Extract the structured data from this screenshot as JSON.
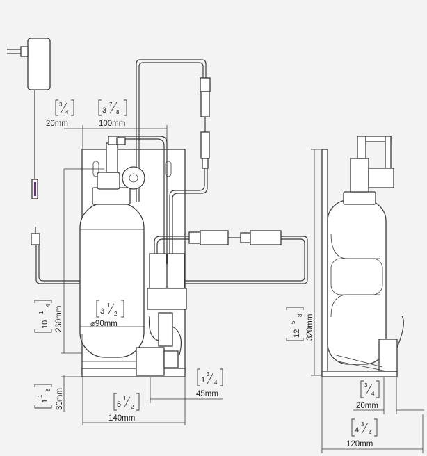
{
  "dimensions": {
    "top_left_width": {
      "metric": "20mm",
      "inch_whole": "",
      "inch_num": "3",
      "inch_den": "4"
    },
    "top_width": {
      "metric": "100mm",
      "inch_whole": "3",
      "inch_num": "7",
      "inch_den": "8"
    },
    "tank_height": {
      "metric": "260mm",
      "inch_whole": "10",
      "inch_num": "1",
      "inch_den": "4"
    },
    "tank_diameter": {
      "metric": "⌀90mm",
      "inch_whole": "3",
      "inch_num": "1",
      "inch_den": "2"
    },
    "base_height": {
      "metric": "30mm",
      "inch_whole": "1",
      "inch_num": "1",
      "inch_den": "8"
    },
    "offset": {
      "metric": "45mm",
      "inch_whole": "1",
      "inch_num": "3",
      "inch_den": "4"
    },
    "front_width": {
      "metric": "140mm",
      "inch_whole": "5",
      "inch_num": "1",
      "inch_den": "2"
    },
    "side_height": {
      "metric": "320mm",
      "inch_whole": "12",
      "inch_num": "5",
      "inch_den": "8"
    },
    "side_small": {
      "metric": "20mm",
      "inch_whole": "",
      "inch_num": "3",
      "inch_den": "4"
    },
    "side_width": {
      "metric": "120mm",
      "inch_whole": "4",
      "inch_num": "3",
      "inch_den": "4"
    }
  }
}
